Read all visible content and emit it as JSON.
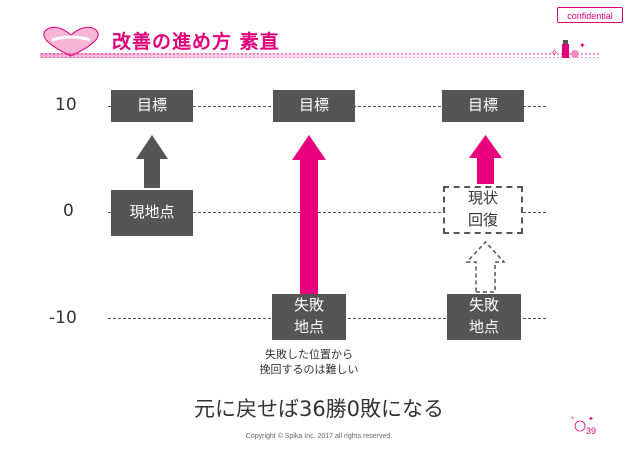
{
  "header": {
    "confidential_label": "confidential",
    "title": "改善の進め方  素直"
  },
  "axis": {
    "labels": [
      "10",
      "0",
      "-10"
    ]
  },
  "columns": [
    {
      "top_box": "目標",
      "bottom_box": "現地点",
      "arrow_color": "#555555"
    },
    {
      "top_box": "目標",
      "bottom_box": "失敗\n地点",
      "arrow_color": "#e8007f",
      "note": "失敗した位置から\n挽回するのは難しい"
    },
    {
      "top_box": "目標",
      "middle_box": "現状\n回復",
      "bottom_box": "失敗\n地点",
      "arrow_color": "#e8007f"
    }
  ],
  "footer": {
    "conclusion": "元に戻せば36勝0敗になる",
    "copyright": "Copyright © Spika Inc. 2017 all rights reserved.",
    "page_number": "39"
  },
  "colors": {
    "accent": "#e0007a",
    "box_gray": "#555555"
  }
}
